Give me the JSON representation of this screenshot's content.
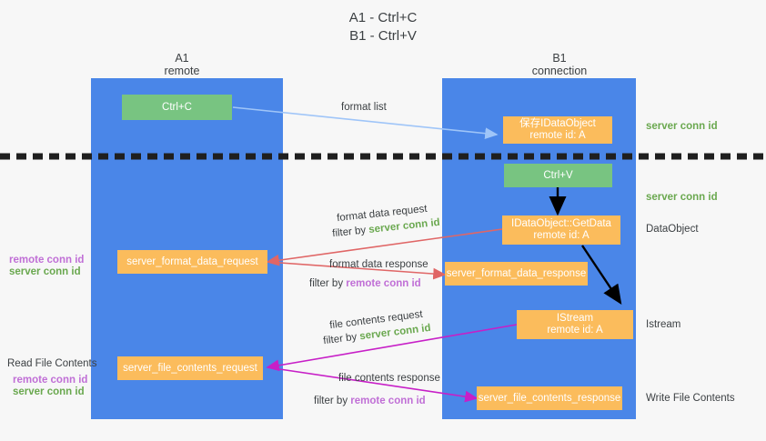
{
  "title": {
    "line1": "A1 - Ctrl+C",
    "line2": "B1 - Ctrl+V"
  },
  "lanes": [
    {
      "id": "a1",
      "name": "A1",
      "sub": "remote",
      "color": "#4a86e8"
    },
    {
      "id": "b1",
      "name": "B1",
      "sub": "connection",
      "color": "#4a86e8"
    }
  ],
  "colors": {
    "lane": "#4a86e8",
    "orange": "#fbbc5c",
    "green": "#78c481",
    "server_conn": "#6aa84f",
    "remote_conn": "#c06fd6",
    "arrow_blue": "#9fc5f8",
    "arrow_red": "#e06666",
    "arrow_magenta": "#c71fc7",
    "arrow_black": "#000000",
    "divider": "#1f1f1f"
  },
  "nodes": {
    "ctrl_c": {
      "label": "Ctrl+C"
    },
    "ctrl_v": {
      "label": "Ctrl+V"
    },
    "save_dataobject": {
      "line1": "保存IDataObject",
      "line2": "remote id: A"
    },
    "getdata": {
      "line1": "IDataObject::GetData",
      "line2": "remote id: A"
    },
    "istream": {
      "line1": "IStream",
      "line2": "remote id: A"
    },
    "server_format_data_request": {
      "label": "server_format_data_request"
    },
    "server_format_data_response": {
      "label": "server_format_data_response"
    },
    "server_file_contents_request": {
      "label": "server_file_contents_request"
    },
    "server_file_contents_response": {
      "label": "server_file_contents_response"
    }
  },
  "edge_labels": {
    "format_list": "format list",
    "format_data_request": "format data request",
    "format_data_request_filter_prefix": "filter by ",
    "format_data_request_filter_key": "server conn id",
    "format_data_response": "format data response",
    "format_data_response_filter_prefix": "filter by ",
    "format_data_response_filter_key": "remote conn id",
    "file_contents_request": "file contents request",
    "file_contents_request_filter_prefix": "filter by ",
    "file_contents_request_filter_key": "server conn id",
    "file_contents_response": "file contents response",
    "file_contents_response_filter_prefix": "filter by ",
    "file_contents_response_filter_key": "remote conn id"
  },
  "right_labels": {
    "server_conn_top": "server conn id",
    "server_conn_mid": "server conn id",
    "dataobject": "DataObject",
    "istream": "Istream",
    "write_file_contents": "Write File Contents"
  },
  "left_labels": {
    "remote_conn_upper": "remote conn id",
    "server_conn_upper": "server conn id",
    "read_file_contents": "Read File Contents",
    "remote_conn_lower": "remote conn id",
    "server_conn_lower": "server conn id"
  }
}
